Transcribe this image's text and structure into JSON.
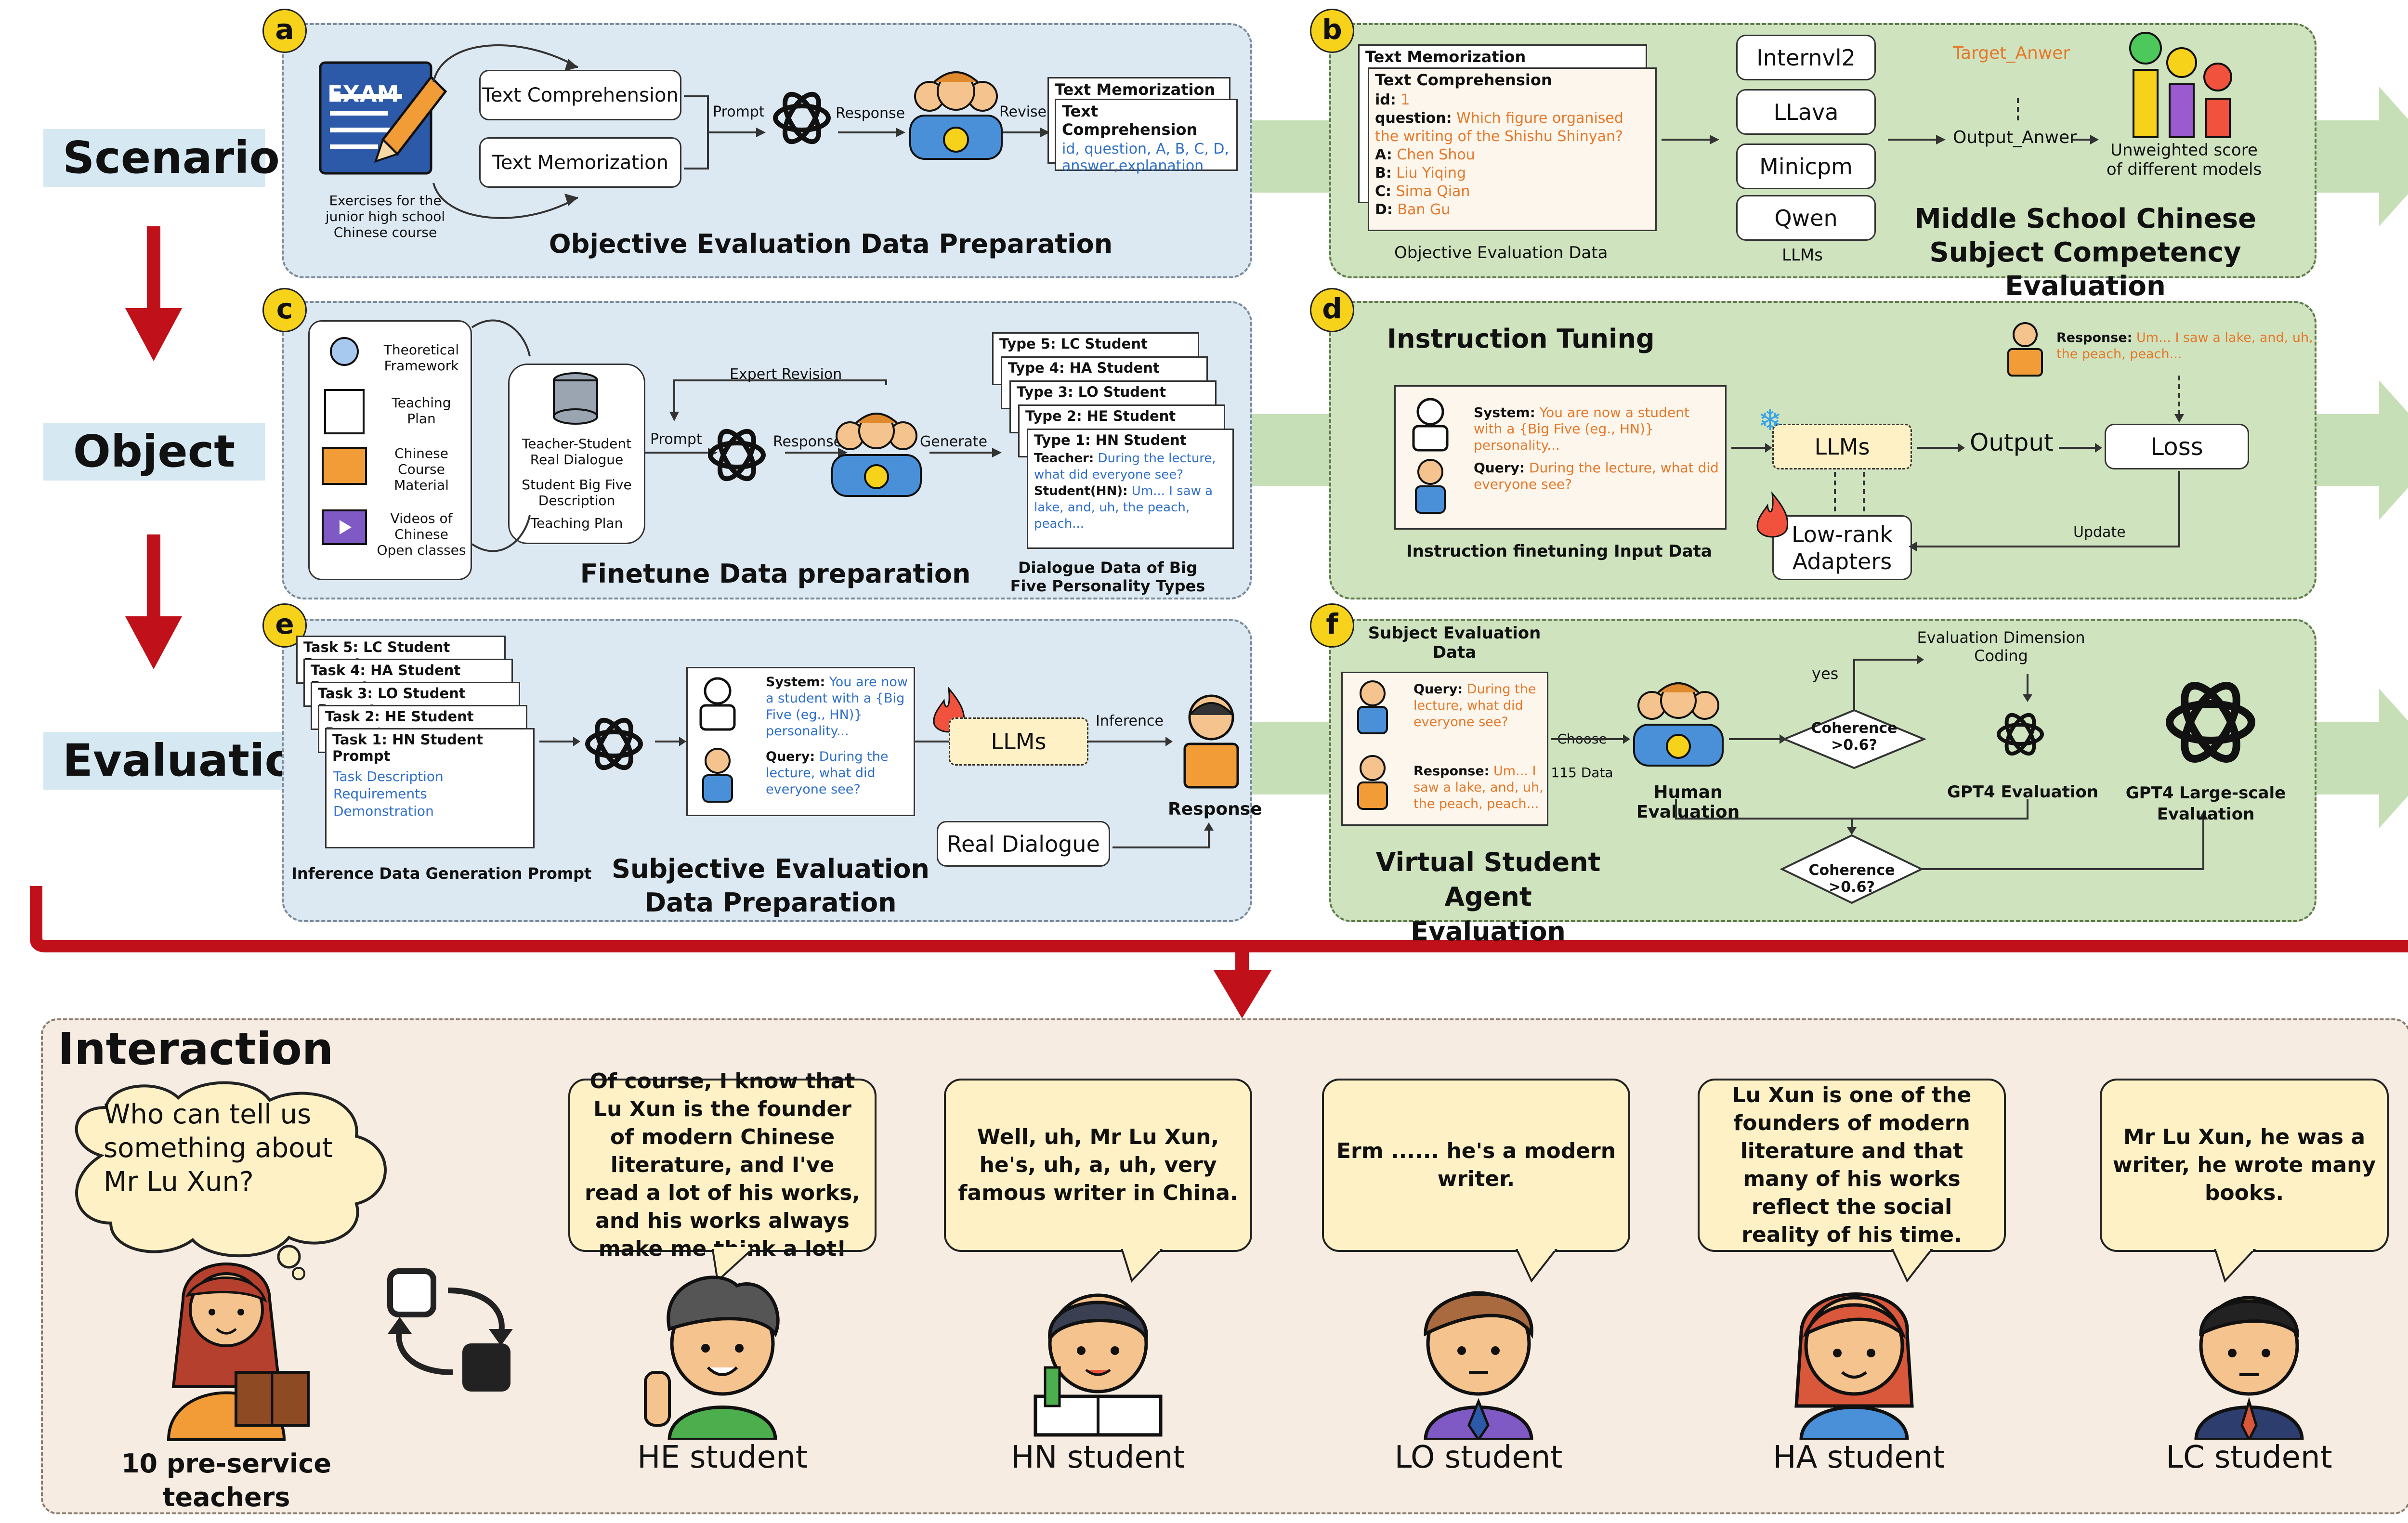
{
  "side_labels": {
    "scenario": "Scenario",
    "object": "Object",
    "evaluation": "Evaluation"
  },
  "panel_a": {
    "badge": "a",
    "exam_label": "EXAM",
    "exercise_caption": "Exercises for the junior high school Chinese course",
    "btn_comprehension": "Text Comprehension",
    "btn_memorization": "Text Memorization",
    "prompt": "Prompt",
    "response": "Response",
    "revise": "Revise",
    "card_back": "Text Memorization",
    "card_front_title": "Text Comprehension",
    "card_front_body": "id, question, A, B, C, D, answer,explanation",
    "title": "Objective Evaluation Data Preparation"
  },
  "panel_b": {
    "badge": "b",
    "card_back": "Text Memorization",
    "card_front_title": "Text Comprehension",
    "id_label": "id:",
    "id_val": "1",
    "q_label": "question:",
    "q_val": "Which figure organised the writing of the Shishu Shinyan?",
    "a_label": "A:",
    "a_val": "Chen Shou",
    "b_label": "B:",
    "b_val": "Liu Yiqing",
    "c_label": "C:",
    "c_val": "Sima Qian",
    "d_label": "D:",
    "d_val": "Ban Gu",
    "data_caption": "Objective Evaluation Data",
    "llms": [
      "Internvl2",
      "LLava",
      "Minicpm",
      "Qwen"
    ],
    "llms_caption": "LLMs",
    "target": "Target_Anwer",
    "output": "Output_Anwer",
    "score_caption": "Unweighted score of different models",
    "title": "Middle School Chinese Subject Competency Evaluation"
  },
  "panel_c": {
    "badge": "c",
    "sources": [
      "Theoretical Framework",
      "Teaching Plan",
      "Chinese Course Material",
      "Videos of Chinese Open classes"
    ],
    "db_items": [
      "Teacher-Student Real Dialogue",
      "Student Big Five Description",
      "Teaching Plan"
    ],
    "expert": "Expert Revision",
    "prompt": "Prompt",
    "response": "Response",
    "generate": "Generate",
    "types": [
      "Type 5: LC Student",
      "Type 4: HA Student",
      "Type 3: LO Student",
      "Type 2: HE Student",
      "Type 1: HN Student"
    ],
    "teacher_label": "Teacher:",
    "teacher_text": "During the lecture, what did everyone see?",
    "student_label": "Student(HN):",
    "student_text": "Um... I saw a lake, and, uh, the peach, peach...",
    "dialogue_caption": "Dialogue Data of Big Five Personality Types",
    "title": "Finetune Data preparation"
  },
  "panel_d": {
    "badge": "d",
    "title": "Instruction Tuning",
    "system_label": "System:",
    "system_text": "You are now a student with a {Big Five (eg., HN)} personality...",
    "query_label": "Query:",
    "query_text": "During the lecture, what did everyone see?",
    "input_caption": "Instruction finetuning Input Data",
    "response_label": "Response:",
    "response_text": "Um... I saw a lake, and, uh, the peach, peach...",
    "llms": "LLMs",
    "output": "Output",
    "loss": "Loss",
    "adapters": "Low-rank Adapters",
    "update": "Update"
  },
  "panel_e": {
    "badge": "e",
    "tasks": [
      "Task 5: LC Student Prompt",
      "Task 4: HA Student Prompt",
      "Task 3: LO Student Prompt",
      "Task 2: HE Student Prompt",
      "Task 1: HN Student Prompt"
    ],
    "task_body": [
      "Task Description",
      "Requirements",
      "Demonstration"
    ],
    "prompt_caption": "Inference Data Generation Prompt",
    "system_label": "System:",
    "system_text": "You are now a student with a {Big Five (eg., HN)} personality...",
    "query_label": "Query:",
    "query_text": "During the lecture, what did everyone see?",
    "llms": "LLMs",
    "inference": "Inference",
    "response": "Response",
    "real": "Real Dialogue",
    "title": "Subjective Evaluation Data Preparation"
  },
  "panel_f": {
    "badge": "f",
    "subject_caption": "Subject Evaluation Data",
    "query_label": "Query:",
    "query_text": "During the lecture, what did everyone see?",
    "response_label": "Response:",
    "response_text": "Um... I saw a lake, and, uh, the peach, peach...",
    "choose": "Choose 115 Data",
    "human": "Human Evaluation",
    "coherence1": "Coherence >0.6?",
    "coherence2": "Coherence >0.6?",
    "yes": "yes",
    "dimension": "Evaluation Dimension Coding",
    "gpt4": "GPT4 Evaluation",
    "gpt4_large": "GPT4 Large-scale Evaluation",
    "title": "Virtual Student Agent Evaluation"
  },
  "interaction": {
    "title": "Interaction",
    "teacher_bubble": "Who can tell us something about Mr Lu Xun?",
    "teacher_caption": "10 pre-service teachers",
    "students": [
      {
        "name": "HE student",
        "speech": "Of course, I know that Lu Xun is the founder of modern Chinese literature, and I've read a lot of his works, and his works always make me think a lot!"
      },
      {
        "name": "HN student",
        "speech": "Well, uh, Mr Lu Xun, he's, uh, a, uh, very famous writer in China."
      },
      {
        "name": "LO student",
        "speech": "Erm ...... he's a modern writer."
      },
      {
        "name": "HA student",
        "speech": "Lu Xun is one of the founders of modern literature and that many of his works reflect the social reality of his time."
      },
      {
        "name": "LC student",
        "speech": "Mr Lu Xun, he was a writer, he wrote many books."
      }
    ]
  },
  "colors": {
    "arrow_red": "#c0101a",
    "panel_blue": "#dde9f2",
    "panel_green": "#cfe3bf",
    "badge": "#f7d21a",
    "bubble": "#fff1c6"
  },
  "icons": [
    "exam-icon",
    "openai-icon",
    "evaluator-icon",
    "podium-icon",
    "student-icon",
    "teacher-icon",
    "fire-icon",
    "snowflake-icon",
    "cycle-icon"
  ]
}
